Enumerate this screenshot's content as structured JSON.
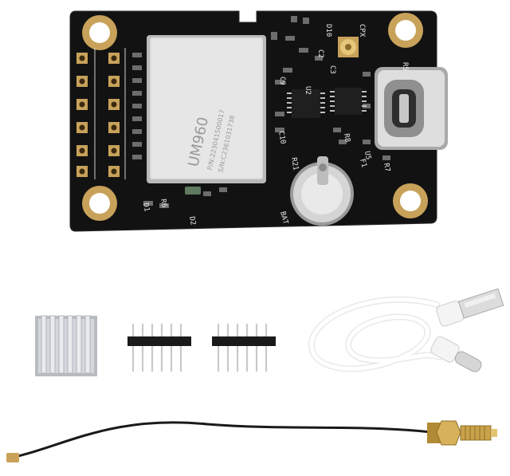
{
  "module": {
    "chip_name": "UM960",
    "chip_line1": "P/N:223041500017",
    "chip_line2": "S/N:C2361031738",
    "label_d10": "D10",
    "label_cpx": "CPX",
    "label_bat": "BAT",
    "label_f1": "F1",
    "label_r5": "R5",
    "label_r7": "R7",
    "label_r21": "R21",
    "label_c10": "C10",
    "label_d1": "D1",
    "label_r6": "R6",
    "label_d2": "D2",
    "label_u5": "U5",
    "label_c9": "C9",
    "label_r8": "R8",
    "label_c3": "C3",
    "label_c2": "C2",
    "label_u2": "U2"
  },
  "colors": {
    "pcb": "#121212",
    "gold": "#c8a25a",
    "shield": "#d9d9d9",
    "cable": "#f2f2f2",
    "heatsink": "#c9cdd2",
    "sma": "#c9a24a"
  },
  "icons": [
    "usb-c-port-icon",
    "coin-battery-icon",
    "sma-connector-icon"
  ]
}
